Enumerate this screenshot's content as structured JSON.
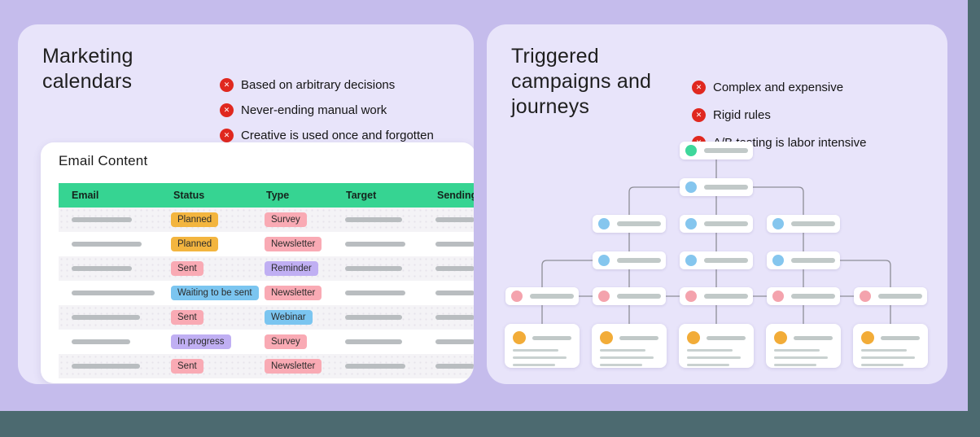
{
  "left_panel": {
    "title": "Marketing calendars",
    "bullets": [
      "Based on arbitrary decisions",
      "Never-ending manual work",
      "Creative is used once and forgotten"
    ],
    "table": {
      "title": "Email Content",
      "columns": [
        "Email",
        "Status",
        "Type",
        "Target",
        "Sending"
      ],
      "rows": [
        {
          "status": "Planned",
          "status_color": "amber",
          "type": "Survey",
          "type_color": "pink",
          "email_bar": 74,
          "target_bar": 70,
          "sending_bar": 48
        },
        {
          "status": "Planned",
          "status_color": "amber",
          "type": "Newsletter",
          "type_color": "pink",
          "email_bar": 86,
          "target_bar": 74,
          "sending_bar": 48
        },
        {
          "status": "Sent",
          "status_color": "pink",
          "type": "Reminder",
          "type_color": "purple",
          "email_bar": 74,
          "target_bar": 70,
          "sending_bar": 48
        },
        {
          "status": "Waiting to be sent",
          "status_color": "blue",
          "type": "Newsletter",
          "type_color": "pink",
          "email_bar": 102,
          "target_bar": 74,
          "sending_bar": 48
        },
        {
          "status": "Sent",
          "status_color": "pink",
          "type": "Webinar",
          "type_color": "blue",
          "email_bar": 84,
          "target_bar": 70,
          "sending_bar": 48
        },
        {
          "status": "In progress",
          "status_color": "purple",
          "type": "Survey",
          "type_color": "pink",
          "email_bar": 72,
          "target_bar": 70,
          "sending_bar": 48
        },
        {
          "status": "Sent",
          "status_color": "pink",
          "type": "Newsletter",
          "type_color": "pink",
          "email_bar": 84,
          "target_bar": 74,
          "sending_bar": 48
        }
      ]
    }
  },
  "right_panel": {
    "title": "Triggered campaigns and journeys",
    "bullets": [
      "Complex and expensive",
      "Rigid rules",
      "A/B testing is labor intensive"
    ],
    "flowchart": {
      "levels": [
        {
          "kind": "node",
          "dot": "green",
          "cols": [
            2
          ]
        },
        {
          "kind": "node",
          "dot": "blue",
          "cols": [
            2
          ]
        },
        {
          "kind": "node",
          "dot": "blue",
          "cols": [
            1,
            2,
            3
          ]
        },
        {
          "kind": "node",
          "dot": "blue",
          "cols": [
            1,
            2,
            3
          ]
        },
        {
          "kind": "node",
          "dot": "pink",
          "cols": [
            0,
            1,
            2,
            3,
            4
          ]
        },
        {
          "kind": "card",
          "dot": "orange",
          "cols": [
            0,
            1,
            2,
            3,
            4
          ]
        }
      ]
    }
  },
  "icons": {
    "bullet": "x-circle-icon"
  },
  "colors": {
    "page_backdrop": "#4C6A70",
    "canvas": "#C5BCEC",
    "panel": "#E8E4FA",
    "table_header": "#36D492",
    "connector": "#8D8D96",
    "bullet_icon": "#E0281F",
    "badge": {
      "amber": "#F3B53F",
      "pink": "#F9AAB4",
      "blue": "#7BC5F0",
      "purple": "#C0AFF3"
    },
    "dot": {
      "green": "#3ED79B",
      "blue": "#85C6EE",
      "pink": "#F4A3AD",
      "orange": "#F2AC38"
    }
  }
}
